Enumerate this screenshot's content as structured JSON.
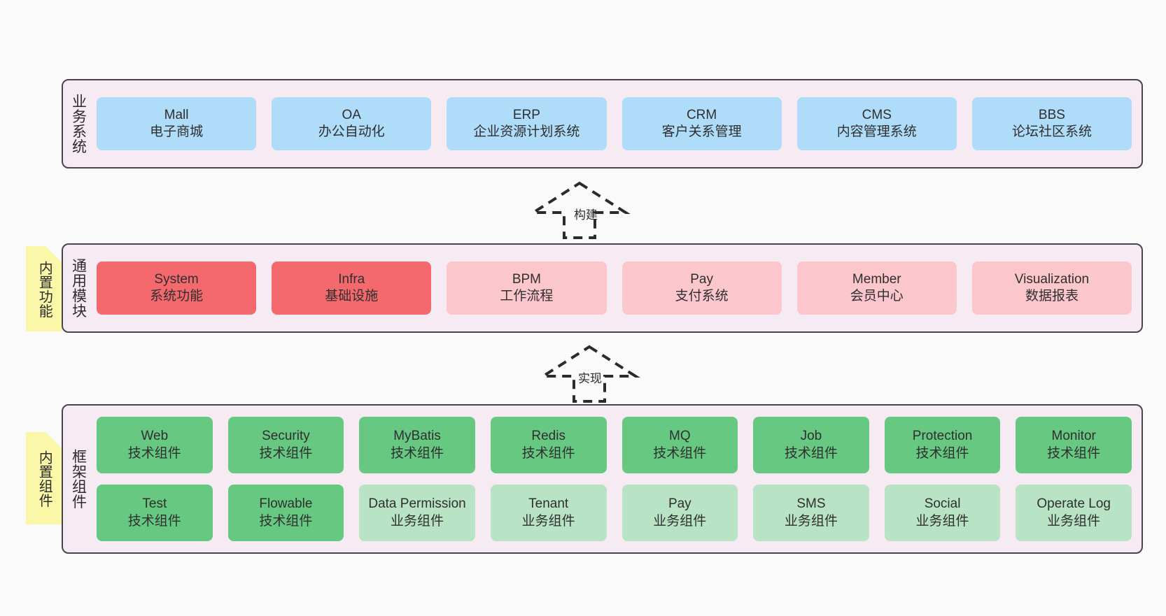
{
  "page": {
    "background": "#fafafa"
  },
  "colors": {
    "panel_background": "#f6eaf3",
    "panel_border": "#4a4452",
    "blue": "#aedcf9",
    "red": "#f4696e",
    "pink": "#fcc6cd",
    "green": "#67c882",
    "light_green": "#b9e3c5",
    "note_yellow": "#fbf7a8",
    "note_fold": "#c9c9c9"
  },
  "layers": {
    "business": {
      "title": "业务系统",
      "cards": [
        {
          "en": "Mall",
          "cn": "电子商城",
          "color": "blue"
        },
        {
          "en": "OA",
          "cn": "办公自动化",
          "color": "blue"
        },
        {
          "en": "ERP",
          "cn": "企业资源计划系统",
          "color": "blue"
        },
        {
          "en": "CRM",
          "cn": "客户关系管理",
          "color": "blue"
        },
        {
          "en": "CMS",
          "cn": "内容管理系统",
          "color": "blue"
        },
        {
          "en": "BBS",
          "cn": "论坛社区系统",
          "color": "blue"
        }
      ]
    },
    "common": {
      "title": "通用模块",
      "note": "内置功能",
      "cards": [
        {
          "en": "System",
          "cn": "系统功能",
          "color": "red"
        },
        {
          "en": "Infra",
          "cn": "基础设施",
          "color": "red"
        },
        {
          "en": "BPM",
          "cn": "工作流程",
          "color": "pink"
        },
        {
          "en": "Pay",
          "cn": "支付系统",
          "color": "pink"
        },
        {
          "en": "Member",
          "cn": "会员中心",
          "color": "pink"
        },
        {
          "en": "Visualization",
          "cn": "数据报表",
          "color": "pink"
        }
      ]
    },
    "framework": {
      "title": "框架组件",
      "note": "内置组件",
      "row1": [
        {
          "en": "Web",
          "cn": "技术组件",
          "color": "green"
        },
        {
          "en": "Security",
          "cn": "技术组件",
          "color": "green"
        },
        {
          "en": "MyBatis",
          "cn": "技术组件",
          "color": "green"
        },
        {
          "en": "Redis",
          "cn": "技术组件",
          "color": "green"
        },
        {
          "en": "MQ",
          "cn": "技术组件",
          "color": "green"
        },
        {
          "en": "Job",
          "cn": "技术组件",
          "color": "green"
        },
        {
          "en": "Protection",
          "cn": "技术组件",
          "color": "green"
        },
        {
          "en": "Monitor",
          "cn": "技术组件",
          "color": "green"
        }
      ],
      "row2": [
        {
          "en": "Test",
          "cn": "技术组件",
          "color": "green"
        },
        {
          "en": "Flowable",
          "cn": "技术组件",
          "color": "green"
        },
        {
          "en": "Data Permission",
          "cn": "业务组件",
          "color": "lightgreen"
        },
        {
          "en": "Tenant",
          "cn": "业务组件",
          "color": "lightgreen"
        },
        {
          "en": "Pay",
          "cn": "业务组件",
          "color": "lightgreen"
        },
        {
          "en": "SMS",
          "cn": "业务组件",
          "color": "lightgreen"
        },
        {
          "en": "Social",
          "cn": "业务组件",
          "color": "lightgreen"
        },
        {
          "en": "Operate Log",
          "cn": "业务组件",
          "color": "lightgreen"
        }
      ]
    }
  },
  "arrows": [
    {
      "name": "build",
      "label": "构建"
    },
    {
      "name": "implement",
      "label": "实现"
    }
  ]
}
